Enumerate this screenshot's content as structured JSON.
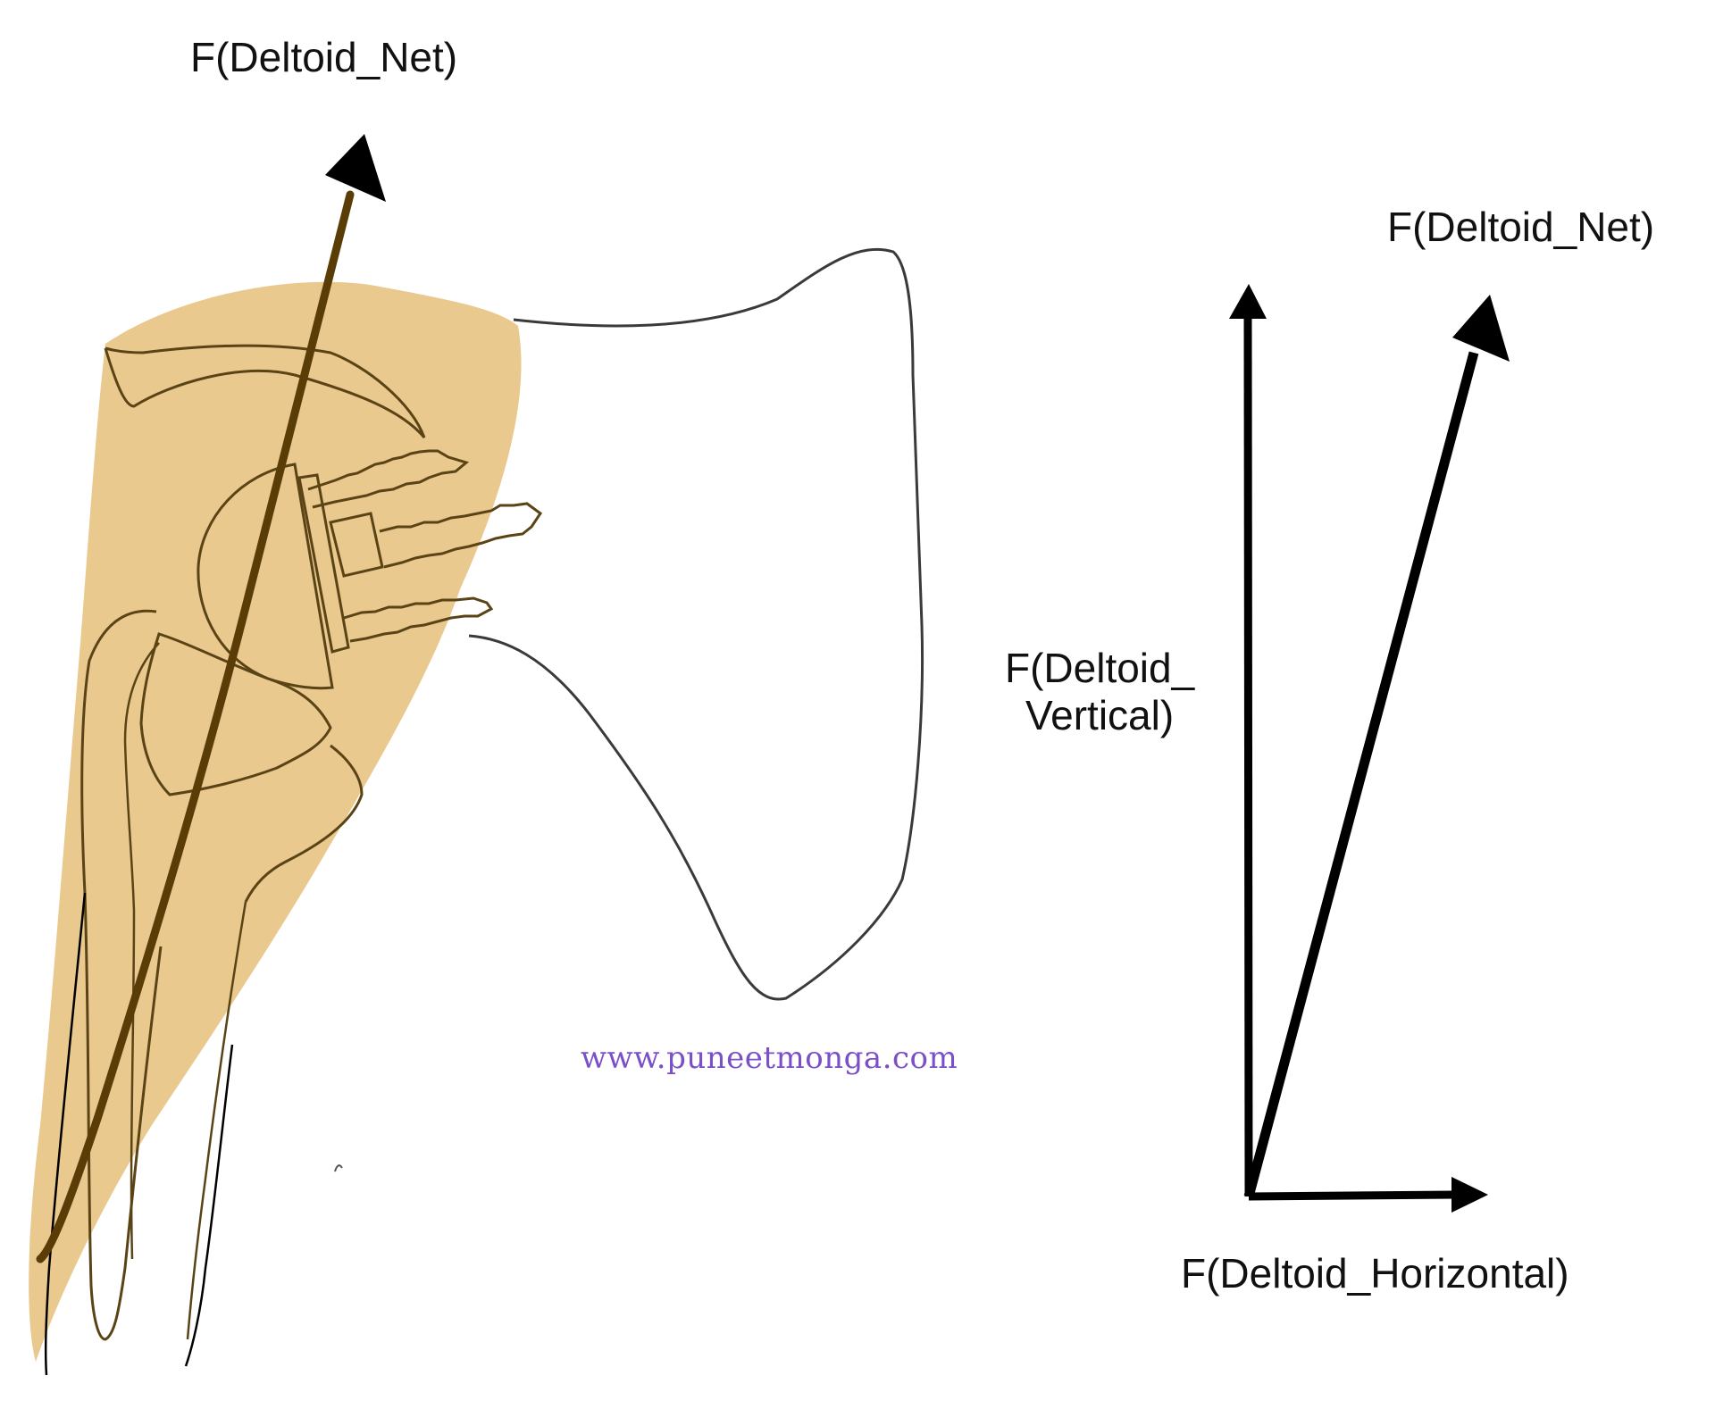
{
  "labels": {
    "net_left": "F(Deltoid_Net)",
    "net_right": "F(Deltoid_Net)",
    "vertical_line1": "F(Deltoid_",
    "vertical_line2": "Vertical)",
    "horizontal": "F(Deltoid_Horizontal)"
  },
  "watermark": "www.puneetmonga.com",
  "colors": {
    "deltoid_fill": "#e5c07a",
    "bone_outline": "#5a4416",
    "scapula_outline": "#3a3a3a",
    "force_line": "#5a3d06",
    "arrow": "#000000",
    "watermark": "#7a4fc7"
  }
}
